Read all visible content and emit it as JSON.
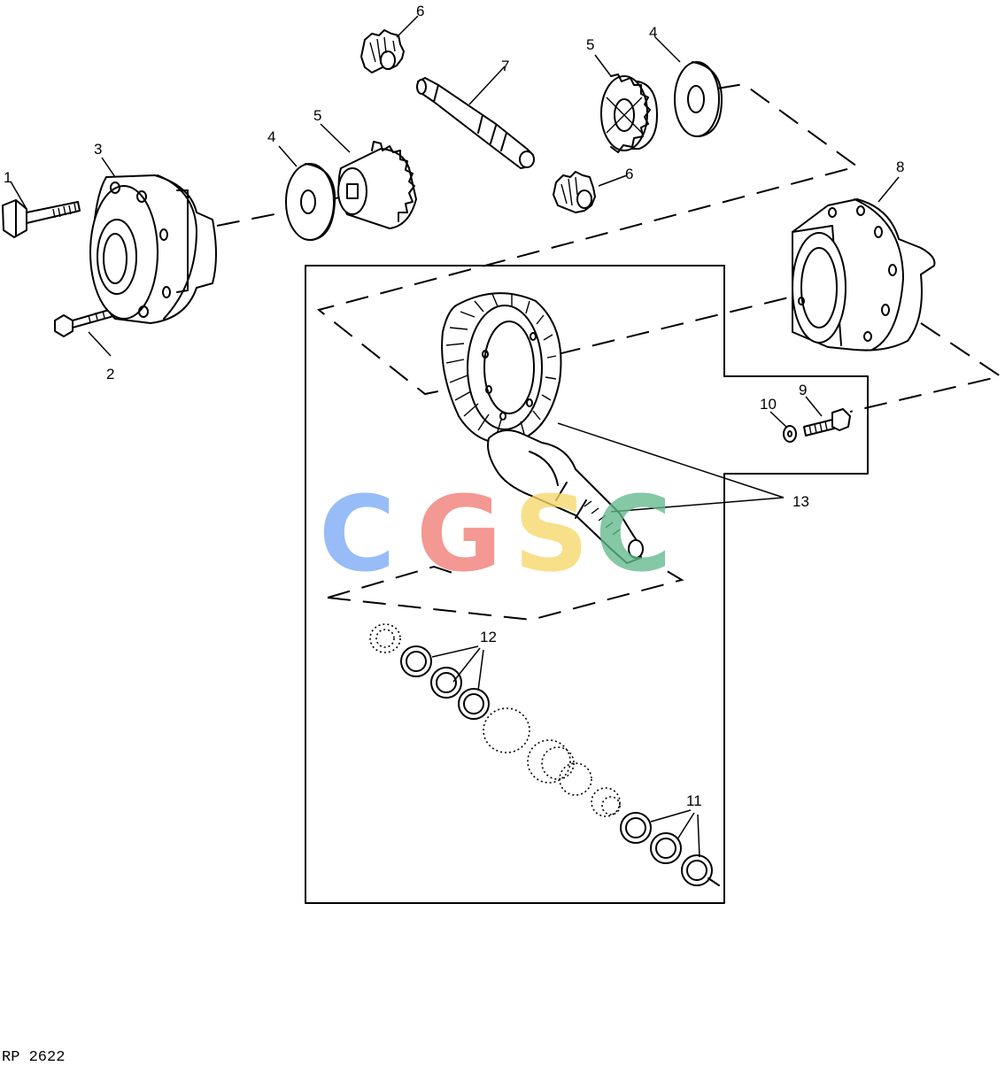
{
  "figure": {
    "reference": "RP 2622",
    "callouts": [
      "1",
      "2",
      "3",
      "4",
      "4",
      "5",
      "5",
      "6",
      "6",
      "7",
      "8",
      "9",
      "10",
      "11",
      "12",
      "13"
    ]
  },
  "watermark": {
    "letters": [
      "C",
      "G",
      "S",
      "C"
    ],
    "colors": [
      "#7aaaf5",
      "#f07c74",
      "#f7d86a",
      "#62b98c"
    ]
  }
}
